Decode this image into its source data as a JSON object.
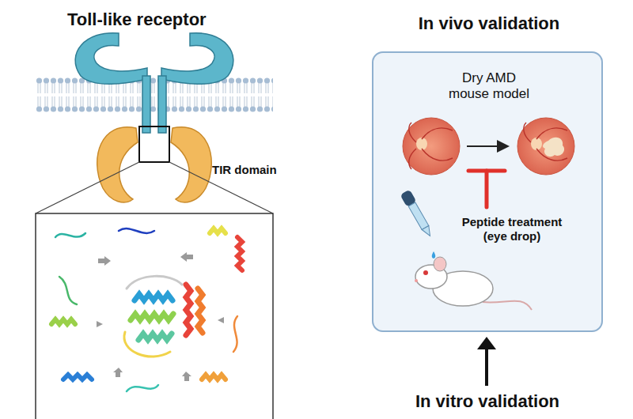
{
  "diagram": {
    "nodes": [
      {
        "text": [
          "In vivo validation",
          "Dry AMD mouse model",
          "Peptide treatment (eye drop)"
        ]
      }
    ],
    "labels": [
      "Toll-like receptor",
      "TIR domain",
      "In vitro validation"
    ]
  }
}
